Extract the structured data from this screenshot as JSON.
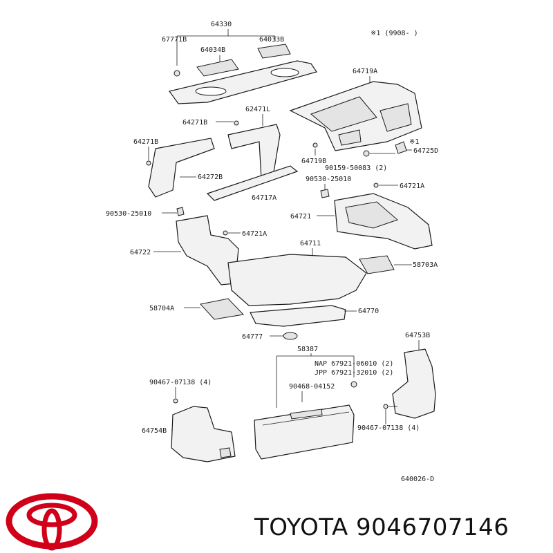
{
  "diagram": {
    "note": "※1 (9908-      )",
    "part_labels": {
      "p64330": "64330",
      "p67771B": "67771B",
      "p64034B": "64034B",
      "p64033B": "64033B",
      "p64719A": "64719A",
      "p62471L": "62471L",
      "p64271B_a": "64271B",
      "p64271B_b": "64271B",
      "p64272B": "64272B",
      "p64719B": "64719B",
      "p64717A": "64717A",
      "p64725D": "64725D",
      "mark1a": "※1",
      "mark1b": "※1",
      "p90159": "90159-50083 (2)",
      "p90530_a": "90530-25010",
      "p90530_b": "90530-25010",
      "p64721A_a": "64721A",
      "p64721A_b": "64721A",
      "p64721": "64721",
      "p64722": "64722",
      "p64711": "64711",
      "p58703A": "58703A",
      "p58704A": "58704A",
      "p64770": "64770",
      "p64777": "64777",
      "p58387": "58387",
      "p64753B": "64753B",
      "nap": "NAP 67921-06010 (2)",
      "jpp": "JPP 67921-32010 (2)",
      "p90467_a": "90467-07138 (4)",
      "p90468": "90468-04152",
      "p64754B": "64754B",
      "p90467_b": "90467-07138 (4)",
      "code": "640026-D"
    }
  },
  "brand": {
    "text": "TOYOTA 9046707146",
    "logo_color": "#d10019"
  }
}
